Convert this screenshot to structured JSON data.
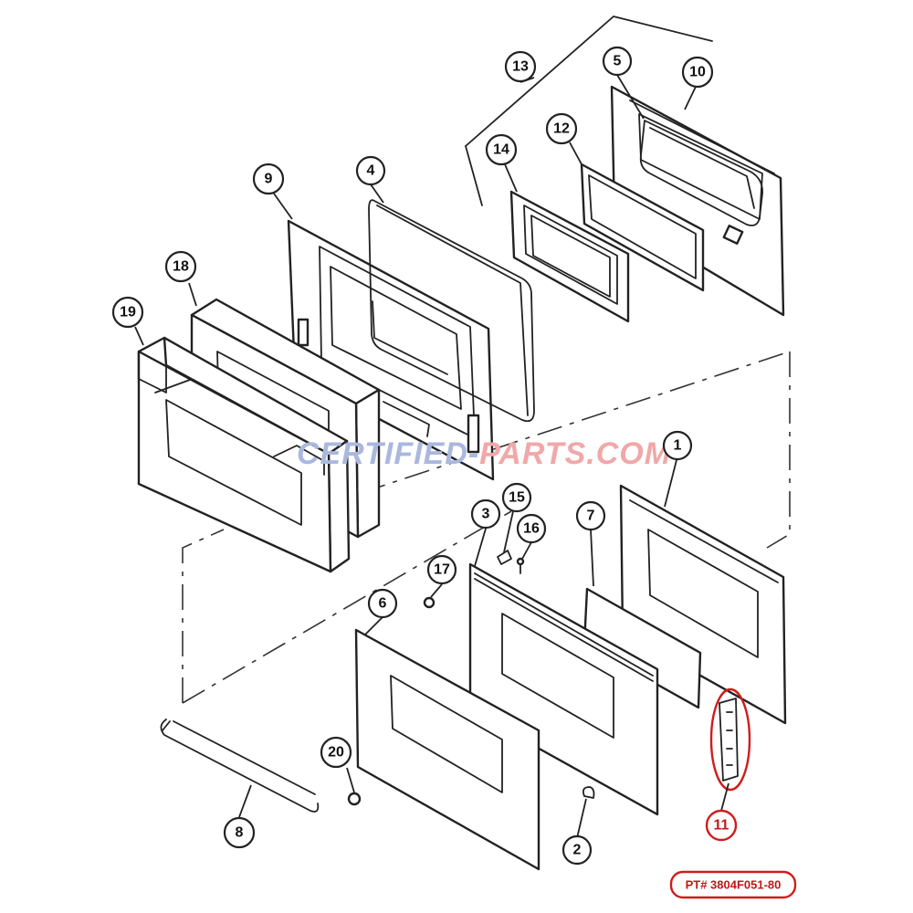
{
  "watermark": {
    "part1": "CERTIFIED-",
    "part2": "PARTS.COM",
    "color1": "#aab8de",
    "color2": "#f0a8a8"
  },
  "part_number_label": "PT# 3804F051-80",
  "highlight_color": "#d01c1c",
  "callouts": {
    "c1": "1",
    "c2": "2",
    "c3": "3",
    "c4": "4",
    "c5": "5",
    "c6": "6",
    "c7": "7",
    "c8": "8",
    "c9": "9",
    "c10": "10",
    "c11": "11",
    "c12": "12",
    "c13": "13",
    "c14": "14",
    "c15": "15",
    "c16": "16",
    "c17": "17",
    "c18": "18",
    "c19": "19",
    "c20": "20"
  }
}
